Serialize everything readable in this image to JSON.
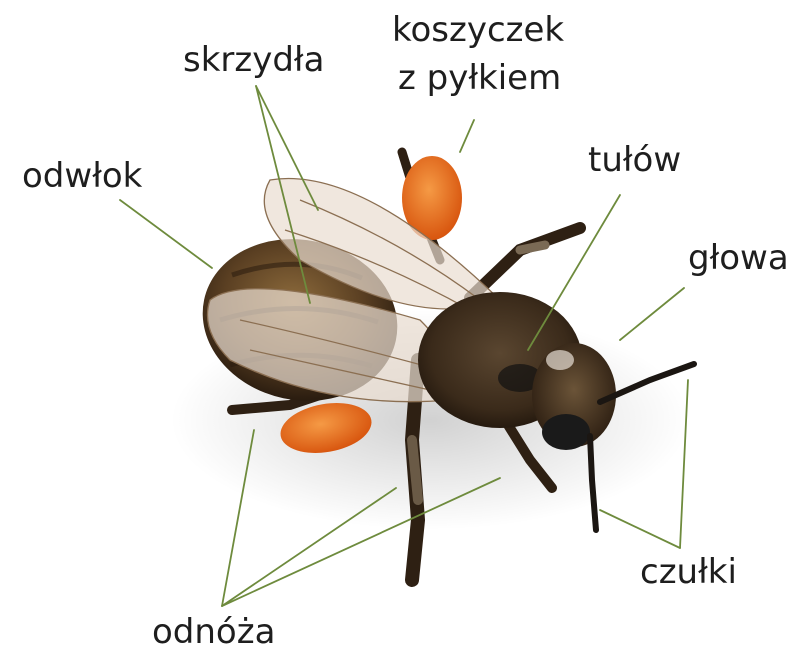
{
  "labels": {
    "skrzydla": "skrzydła",
    "koszyczek_line1": "koszyczek",
    "koszyczek_line2": "z pyłkiem",
    "odwlok": "odwłok",
    "tulow": "tułów",
    "glowa": "głowa",
    "czulki": "czułki",
    "odnoza": "odnóża"
  },
  "colors": {
    "pointer_line": "#6e8b3d",
    "label_text": "#1e1e1e",
    "pollen": "#e8691e",
    "bee_body": "#3b2a18",
    "bee_fur": "#8a6a3a",
    "wing": "#e9ddd0",
    "eye": "#1a1a1a"
  }
}
